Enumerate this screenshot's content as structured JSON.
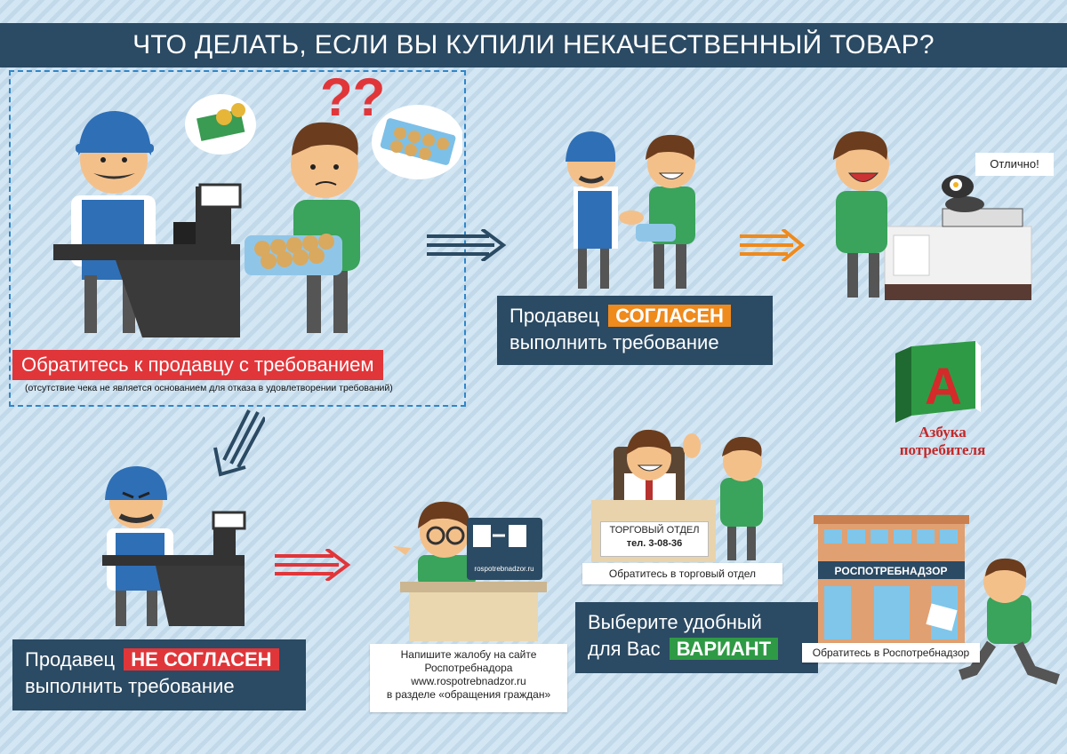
{
  "header": {
    "title": "ЧТО ДЕЛАТЬ, ЕСЛИ ВЫ КУПИЛИ НЕКАЧЕСТВЕННЫЙ ТОВАР?"
  },
  "step1": {
    "label": "Обратитесь к продавцу с требованием",
    "note": "(отсутствие чека не является основанием для отказа в удовлетворении требований)",
    "thought_marks": "??"
  },
  "agree": {
    "line1_prefix": "Продавец",
    "badge": "СОГЛАСЕН",
    "line2": "выполнить требование",
    "speech": "Отлично!"
  },
  "disagree": {
    "line1_prefix": "Продавец",
    "badge": "НЕ СОГЛАСЕН",
    "line2": "выполнить требование"
  },
  "complaint": {
    "screen_site": "rospotrebnadzor.ru",
    "lines": [
      "Напишите жалобу на сайте",
      "Роспотребнадора",
      "www.rospotrebnadzor.ru",
      "в разделе «обращения граждан»"
    ]
  },
  "trade_dept": {
    "sign_title": "ТОРГОВЫЙ ОТДЕЛ",
    "sign_phone": "тел. 3-08-36",
    "caption": "Обратитесь в торговый отдел"
  },
  "choose": {
    "line1": "Выберите удобный",
    "line2_prefix": "для Вас",
    "badge": "ВАРИАНТ"
  },
  "rpn": {
    "building_sign": "РОСПОТРЕБНАДЗОР",
    "caption": "Обратитесь в Роспотребнадзор"
  },
  "logo": {
    "letter": "А",
    "line1": "Азбука",
    "line2": "потребителя"
  },
  "colors": {
    "navy": "#2b4a63",
    "red": "#e0363a",
    "orange": "#ef8a1d",
    "green": "#2f9a45",
    "shirt_green": "#3aa35c",
    "apron_blue": "#2f6fb6"
  }
}
